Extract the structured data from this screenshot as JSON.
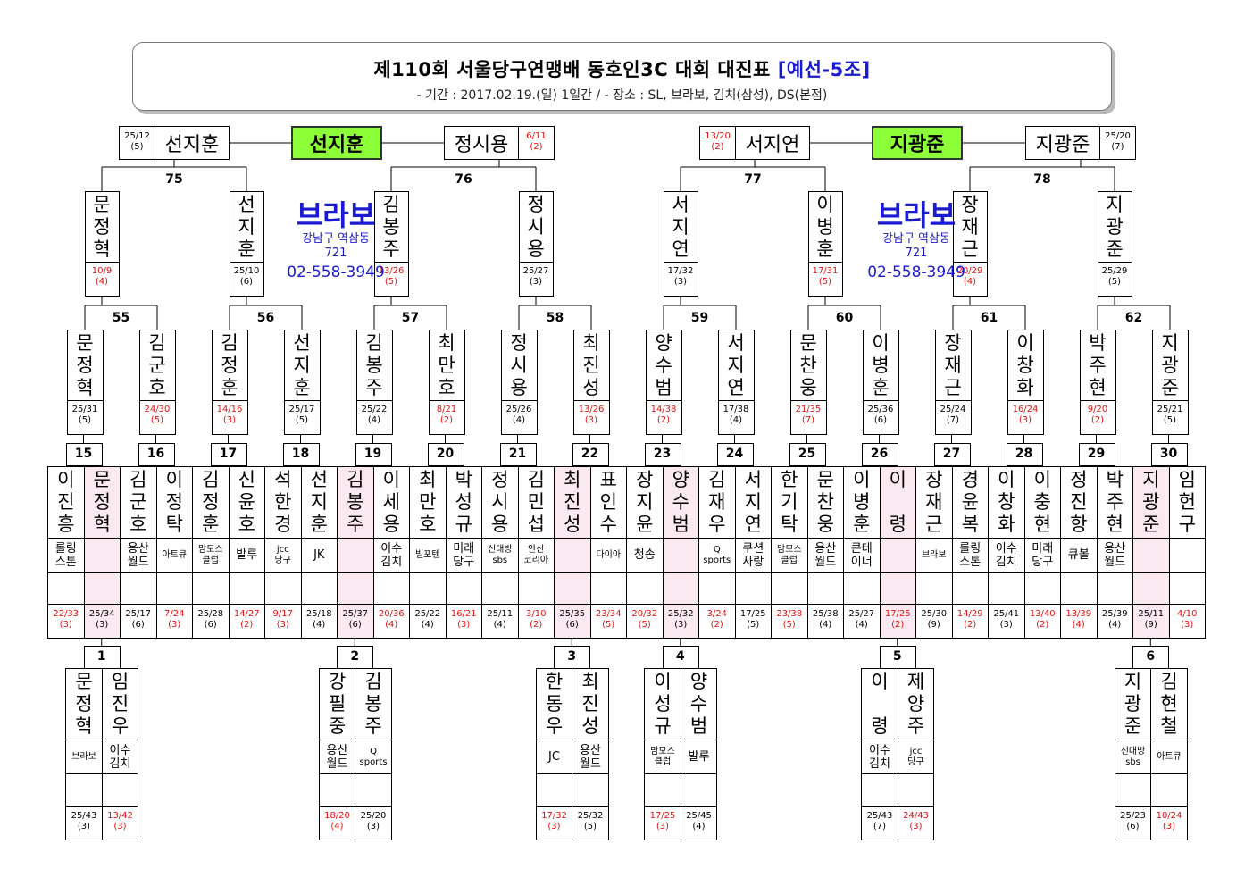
{
  "title": {
    "main": "제110회 서울당구연맹배 동호인3C 대회 대진표",
    "suffix": "[예선-5조]",
    "subtitle": "- 기간 : 2017.02.19.(일) 1일간 / - 장소 : SL, 브라보, 김치(삼성), DS(본점)"
  },
  "venue": {
    "name": "브라보",
    "address1": "강남구 역삼동",
    "address2": "721",
    "phone": "02-558-3949"
  },
  "finals": [
    {
      "left": {
        "name": "선지훈",
        "score": "25/12",
        "inn": "(5)",
        "red": false
      },
      "winner": "선지훈",
      "right": {
        "name": "정시용",
        "score": "6/11",
        "inn": "(2)",
        "red": true
      }
    },
    {
      "left": {
        "name": "서지연",
        "score": "13/20",
        "inn": "(2)",
        "red": true
      },
      "winner": "지광준",
      "right": {
        "name": "지광준",
        "score": "25/20",
        "inn": "(7)",
        "red": false
      }
    }
  ],
  "round3": [
    {
      "num": "75",
      "a": {
        "name": "문정혁",
        "score": "10/9",
        "inn": "(4)",
        "red": true
      },
      "b": {
        "name": "선지훈",
        "score": "25/10",
        "inn": "(6)",
        "red": false
      }
    },
    {
      "num": "76",
      "a": {
        "name": "김봉주",
        "score": "13/26",
        "inn": "(5)",
        "red": true
      },
      "b": {
        "name": "정시용",
        "score": "25/27",
        "inn": "(3)",
        "red": false
      }
    },
    {
      "num": "77",
      "a": {
        "name": "서지연",
        "score": "17/32",
        "inn": "(3)",
        "red": false
      },
      "b": {
        "name": "이병훈",
        "score": "17/31",
        "inn": "(5)",
        "red": true
      }
    },
    {
      "num": "78",
      "a": {
        "name": "장재근",
        "score": "20/29",
        "inn": "(4)",
        "red": true
      },
      "b": {
        "name": "지광준",
        "score": "25/29",
        "inn": "(5)",
        "red": false
      }
    }
  ],
  "round2": [
    {
      "num": "55",
      "a": {
        "name": "문정혁",
        "score": "25/31",
        "inn": "(5)",
        "red": false
      },
      "b": {
        "name": "김군호",
        "score": "24/30",
        "inn": "(5)",
        "red": true
      }
    },
    {
      "num": "56",
      "a": {
        "name": "김정훈",
        "score": "14/16",
        "inn": "(3)",
        "red": true
      },
      "b": {
        "name": "선지훈",
        "score": "25/17",
        "inn": "(5)",
        "red": false
      }
    },
    {
      "num": "57",
      "a": {
        "name": "김봉주",
        "score": "25/22",
        "inn": "(4)",
        "red": false
      },
      "b": {
        "name": "최만호",
        "score": "8/21",
        "inn": "(2)",
        "red": true
      }
    },
    {
      "num": "58",
      "a": {
        "name": "정시용",
        "score": "25/26",
        "inn": "(4)",
        "red": false
      },
      "b": {
        "name": "최진성",
        "score": "13/26",
        "inn": "(3)",
        "red": true
      }
    },
    {
      "num": "59",
      "a": {
        "name": "양수범",
        "score": "14/38",
        "inn": "(2)",
        "red": true
      },
      "b": {
        "name": "서지연",
        "score": "17/38",
        "inn": "(4)",
        "red": false
      }
    },
    {
      "num": "60",
      "a": {
        "name": "문찬웅",
        "score": "21/35",
        "inn": "(7)",
        "red": true
      },
      "b": {
        "name": "이병훈",
        "score": "25/36",
        "inn": "(6)",
        "red": false
      }
    },
    {
      "num": "61",
      "a": {
        "name": "장재근",
        "score": "25/24",
        "inn": "(7)",
        "red": false
      },
      "b": {
        "name": "이창화",
        "score": "16/24",
        "inn": "(3)",
        "red": true
      }
    },
    {
      "num": "62",
      "a": {
        "name": "박주현",
        "score": "9/20",
        "inn": "(2)",
        "red": true
      },
      "b": {
        "name": "지광준",
        "score": "25/21",
        "inn": "(5)",
        "red": false
      }
    }
  ],
  "round1": [
    {
      "num": "15",
      "a": {
        "name": "이진흥",
        "club": [
          "롤링",
          "스톤"
        ],
        "score": "22/33",
        "inn": "(3)",
        "red": true,
        "pink": false
      },
      "b": {
        "name": "문정혁",
        "club": [],
        "score": "25/34",
        "inn": "(3)",
        "red": false,
        "pink": true
      }
    },
    {
      "num": "16",
      "a": {
        "name": "김군호",
        "club": [
          "용산",
          "월드"
        ],
        "score": "25/17",
        "inn": "(6)",
        "red": false,
        "pink": false
      },
      "b": {
        "name": "이정탁",
        "club": [
          "아트큐"
        ],
        "score": "7/24",
        "inn": "(3)",
        "red": true,
        "pink": false
      }
    },
    {
      "num": "17",
      "a": {
        "name": "김정훈",
        "club": [
          "맘모스",
          "클럽"
        ],
        "score": "25/28",
        "inn": "(6)",
        "red": false,
        "pink": false
      },
      "b": {
        "name": "신윤호",
        "club": [
          "발루"
        ],
        "score": "14/27",
        "inn": "(2)",
        "red": true,
        "pink": false
      }
    },
    {
      "num": "18",
      "a": {
        "name": "석한경",
        "club": [
          "jcc",
          "당구"
        ],
        "score": "9/17",
        "inn": "(3)",
        "red": true,
        "pink": false
      },
      "b": {
        "name": "선지훈",
        "club": [
          "JK"
        ],
        "score": "25/18",
        "inn": "(4)",
        "red": false,
        "pink": false
      }
    },
    {
      "num": "19",
      "a": {
        "name": "김봉주",
        "club": [],
        "score": "25/37",
        "inn": "(6)",
        "red": false,
        "pink": true
      },
      "b": {
        "name": "이세용",
        "club": [
          "이수",
          "김치"
        ],
        "score": "20/36",
        "inn": "(4)",
        "red": true,
        "pink": false
      }
    },
    {
      "num": "20",
      "a": {
        "name": "최만호",
        "club": [
          "빌포텐"
        ],
        "score": "25/22",
        "inn": "(4)",
        "red": false,
        "pink": false
      },
      "b": {
        "name": "박성규",
        "club": [
          "미래",
          "당구"
        ],
        "score": "16/21",
        "inn": "(3)",
        "red": true,
        "pink": false
      }
    },
    {
      "num": "21",
      "a": {
        "name": "정시용",
        "club": [
          "신대방",
          "sbs"
        ],
        "score": "25/11",
        "inn": "(4)",
        "red": false,
        "pink": false
      },
      "b": {
        "name": "김민섭",
        "club": [
          "안산",
          "코리아"
        ],
        "score": "3/10",
        "inn": "(2)",
        "red": true,
        "pink": false
      }
    },
    {
      "num": "22",
      "a": {
        "name": "최진성",
        "club": [],
        "score": "25/35",
        "inn": "(6)",
        "red": false,
        "pink": true
      },
      "b": {
        "name": "표인수",
        "club": [
          "다이아"
        ],
        "score": "23/34",
        "inn": "(5)",
        "red": true,
        "pink": false
      }
    },
    {
      "num": "23",
      "a": {
        "name": "장지윤",
        "club": [
          "청송"
        ],
        "score": "20/32",
        "inn": "(5)",
        "red": true,
        "pink": false
      },
      "b": {
        "name": "양수범",
        "club": [],
        "score": "25/32",
        "inn": "(3)",
        "red": false,
        "pink": true
      }
    },
    {
      "num": "24",
      "a": {
        "name": "김재우",
        "club": [
          "Q",
          "sports"
        ],
        "score": "3/24",
        "inn": "(2)",
        "red": true,
        "pink": false
      },
      "b": {
        "name": "서지연",
        "club": [
          "쿠션",
          "사랑"
        ],
        "score": "17/25",
        "inn": "(5)",
        "red": false,
        "pink": false
      }
    },
    {
      "num": "25",
      "a": {
        "name": "한기탁",
        "club": [
          "맘모스",
          "클럽"
        ],
        "score": "23/38",
        "inn": "(5)",
        "red": true,
        "pink": false
      },
      "b": {
        "name": "문찬웅",
        "club": [
          "용산",
          "월드"
        ],
        "score": "25/38",
        "inn": "(4)",
        "red": false,
        "pink": false
      }
    },
    {
      "num": "26",
      "a": {
        "name": "이병훈",
        "club": [
          "콘테",
          "이너"
        ],
        "score": "25/27",
        "inn": "(4)",
        "red": false,
        "pink": false
      },
      "b": {
        "name": "이 령",
        "club": [],
        "score": "17/25",
        "inn": "(2)",
        "red": true,
        "pink": true
      }
    },
    {
      "num": "27",
      "a": {
        "name": "장재근",
        "club": [
          "브라보"
        ],
        "score": "25/30",
        "inn": "(9)",
        "red": false,
        "pink": false
      },
      "b": {
        "name": "경윤복",
        "club": [
          "롤링",
          "스톤"
        ],
        "score": "14/29",
        "inn": "(2)",
        "red": true,
        "pink": false
      }
    },
    {
      "num": "28",
      "a": {
        "name": "이창화",
        "club": [
          "이수",
          "김치"
        ],
        "score": "25/41",
        "inn": "(3)",
        "red": false,
        "pink": false
      },
      "b": {
        "name": "이충현",
        "club": [
          "미래",
          "당구"
        ],
        "score": "13/40",
        "inn": "(2)",
        "red": true,
        "pink": false
      }
    },
    {
      "num": "29",
      "a": {
        "name": "정진항",
        "club": [
          "큐볼"
        ],
        "score": "13/39",
        "inn": "(4)",
        "red": true,
        "pink": false
      },
      "b": {
        "name": "박주현",
        "club": [
          "용산",
          "월드"
        ],
        "score": "25/39",
        "inn": "(4)",
        "red": false,
        "pink": false
      }
    },
    {
      "num": "30",
      "a": {
        "name": "지광준",
        "club": [],
        "score": "25/11",
        "inn": "(9)",
        "red": false,
        "pink": true
      },
      "b": {
        "name": "임헌구",
        "club": [],
        "score": "4/10",
        "inn": "(3)",
        "red": true,
        "pink": false
      }
    }
  ],
  "prelims": [
    {
      "num": "1",
      "a": {
        "name": "문정혁",
        "club": [
          "브라보"
        ],
        "score": "25/43",
        "inn": "(3)",
        "red": false
      },
      "b": {
        "name": "임진우",
        "club": [
          "이수",
          "김치"
        ],
        "score": "13/42",
        "inn": "(3)",
        "red": true
      }
    },
    {
      "num": "2",
      "a": {
        "name": "강필중",
        "club": [
          "용산",
          "월드"
        ],
        "score": "18/20",
        "inn": "(4)",
        "red": true
      },
      "b": {
        "name": "김봉주",
        "club": [
          "Q",
          "sports"
        ],
        "score": "25/20",
        "inn": "(3)",
        "red": false
      }
    },
    {
      "num": "3",
      "a": {
        "name": "한동우",
        "club": [
          "JC"
        ],
        "score": "17/32",
        "inn": "(3)",
        "red": true
      },
      "b": {
        "name": "최진성",
        "club": [
          "용산",
          "월드"
        ],
        "score": "25/32",
        "inn": "(5)",
        "red": false
      }
    },
    {
      "num": "4",
      "a": {
        "name": "이성규",
        "club": [
          "맘모스",
          "클럽"
        ],
        "score": "17/25",
        "inn": "(3)",
        "red": true
      },
      "b": {
        "name": "양수범",
        "club": [
          "발루"
        ],
        "score": "25/45",
        "inn": "(4)",
        "red": false
      }
    },
    {
      "num": "5",
      "a": {
        "name": "이 령",
        "club": [
          "이수",
          "김치"
        ],
        "score": "25/43",
        "inn": "(7)",
        "red": false
      },
      "b": {
        "name": "제양주",
        "club": [
          "jcc",
          "당구"
        ],
        "score": "24/43",
        "inn": "(3)",
        "red": true
      }
    },
    {
      "num": "6",
      "a": {
        "name": "지광준",
        "club": [
          "신대방",
          "sbs"
        ],
        "score": "25/23",
        "inn": "(6)",
        "red": false
      },
      "b": {
        "name": "김현철",
        "club": [
          "아트큐"
        ],
        "score": "10/24",
        "inn": "(3)",
        "red": true
      }
    }
  ]
}
